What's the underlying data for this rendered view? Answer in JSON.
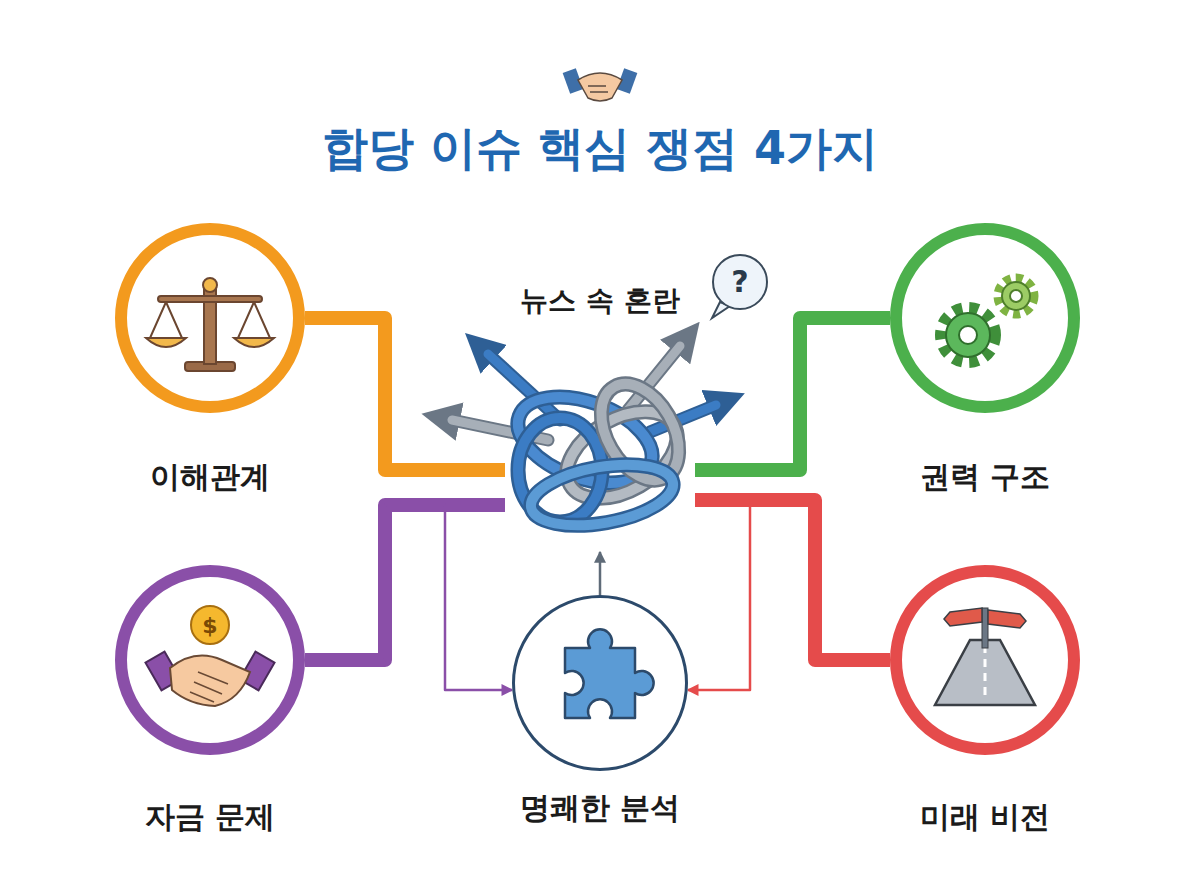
{
  "diagram": {
    "title": "합당 이슈 핵심 쟁점 4가지",
    "nodes": [
      {
        "text": [
          "이해관계"
        ]
      },
      {
        "text": [
          "뉴스 속 혼란"
        ]
      },
      {
        "text": [
          "권력 구조"
        ]
      },
      {
        "text": [
          "자금 문제"
        ]
      },
      {
        "text": [
          "명쾌한 분석"
        ]
      },
      {
        "text": [
          "미래 비전"
        ]
      }
    ],
    "edges": [
      {
        "from": 0,
        "to": 1,
        "arrow": "none"
      },
      {
        "from": 1,
        "to": 2,
        "arrow": "none"
      },
      {
        "from": 3,
        "to": 1,
        "arrow": "none"
      },
      {
        "from": 1,
        "to": 5,
        "arrow": "none"
      },
      {
        "from": 3,
        "to": 4,
        "arrow": "to"
      },
      {
        "from": 5,
        "to": 4,
        "arrow": "to"
      },
      {
        "from": 4,
        "to": 1,
        "arrow": "to"
      }
    ],
    "labels": [
      "?",
      "$"
    ]
  }
}
